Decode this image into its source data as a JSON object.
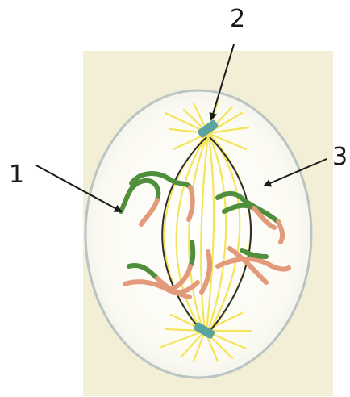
{
  "labels": {
    "l1": "1",
    "l2": "2",
    "l3": "3"
  },
  "colors": {
    "background_paper": "#f3efd6",
    "cell_fill": "#fbfaf0",
    "cell_outline": "#b9c4c3",
    "spindle_fibers": "#f4e24a",
    "centrosome": "#5aa39f",
    "chromosome_green": "#4f8f3c",
    "chromosome_orange": "#e39a7a",
    "arrow": "#1a1a1a"
  }
}
